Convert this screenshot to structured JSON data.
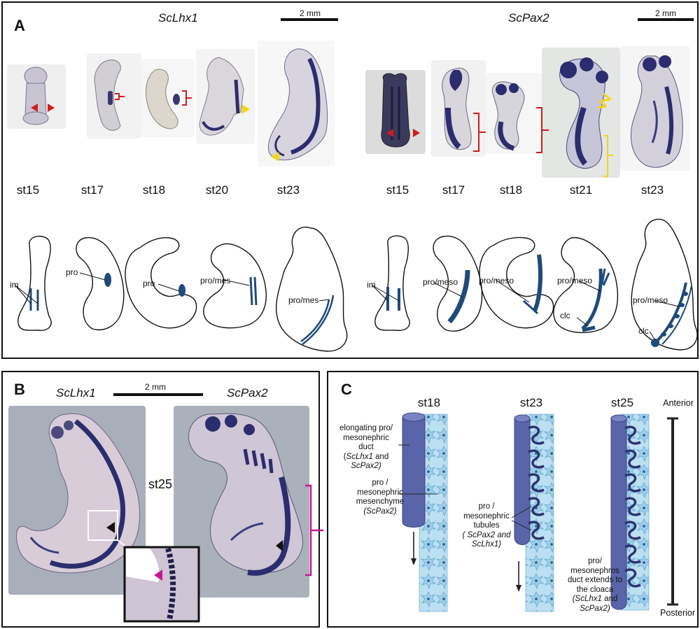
{
  "panel_a": {
    "label": "A",
    "gene_left": "ScLhx1",
    "gene_right": "ScPax2",
    "scale_left": "2 mm",
    "scale_right": "2 mm",
    "stages_left": [
      "st15",
      "st17",
      "st18",
      "st20",
      "st23"
    ],
    "stages_right": [
      "st15",
      "st17",
      "st18",
      "st21",
      "st23"
    ],
    "schem_labels_left": [
      "im",
      "pro",
      "pro",
      "pro/mes",
      "pro/mes"
    ],
    "schem_labels_right": [
      "im",
      "pro/meso",
      "pro/meso",
      "pro/meso",
      "clc",
      "pro/meso",
      "clc"
    ]
  },
  "panel_b": {
    "label": "B",
    "gene_left": "ScLhx1",
    "gene_right": "ScPax2",
    "scale": "2 mm",
    "stage": "st25"
  },
  "panel_c": {
    "label": "C",
    "stages": [
      "st18",
      "st23",
      "st25"
    ],
    "axis_top": "Anterior",
    "axis_bottom": "Posterior",
    "ann_duct": {
      "l1": "elongating pro/",
      "l2": "mesonephric",
      "l3": "duct",
      "g1": "ScLhx1",
      "and": " and",
      "g2": "ScPax2)"
    },
    "ann_mes": {
      "l1": "pro /",
      "l2": "mesonephric",
      "l3": "mesenchyme",
      "g": "(ScPax2)"
    },
    "ann_tub": {
      "l1": "pro /",
      "l2": "mesonephric",
      "l3": "tubules",
      "g1": "( ScPax2 and",
      "g2": "ScLhx1)"
    },
    "ann_ext": {
      "l1": "pro/",
      "l2": "mesonephros",
      "l3": "duct extends to",
      "l4": "the cloaca",
      "g1": "(ScLhx1",
      "and": " and",
      "g2": "ScPax2)"
    }
  },
  "colors": {
    "stain": "#2b2d6e",
    "schematic": "#1f4a7a",
    "duct": "#5a64a8",
    "mesenchyme": "#a9d3ea",
    "red_marker": "#d11c1c",
    "yellow_marker": "#f2d51a",
    "magenta": "#c2188f"
  }
}
